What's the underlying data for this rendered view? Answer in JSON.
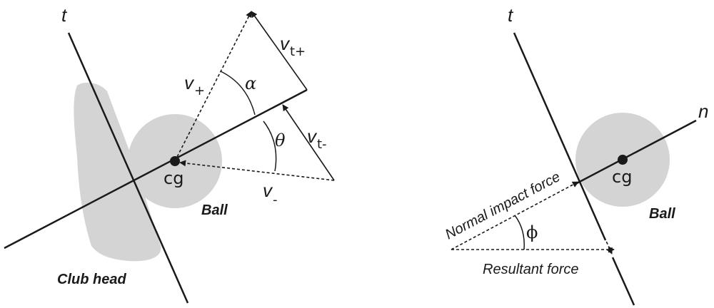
{
  "colors": {
    "ink": "#1a1a1a",
    "fill_gray": "#d4d4d4"
  },
  "left": {
    "axis_t": "t",
    "v_plus": "v",
    "v_plus_sub": "+",
    "v_minus": "v",
    "v_minus_sub": "-",
    "vt_plus": "v",
    "vt_plus_sub": "t+",
    "vt_minus": "v",
    "vt_minus_sub": "t-",
    "alpha": "α",
    "theta": "θ",
    "cg": "cg",
    "ball": "Ball",
    "club_head": "Club head"
  },
  "right": {
    "axis_t": "t",
    "axis_n": "n",
    "cg": "cg",
    "ball": "Ball",
    "phi": "ϕ",
    "normal_force": "Normal impact force",
    "resultant_force": "Resultant force"
  }
}
